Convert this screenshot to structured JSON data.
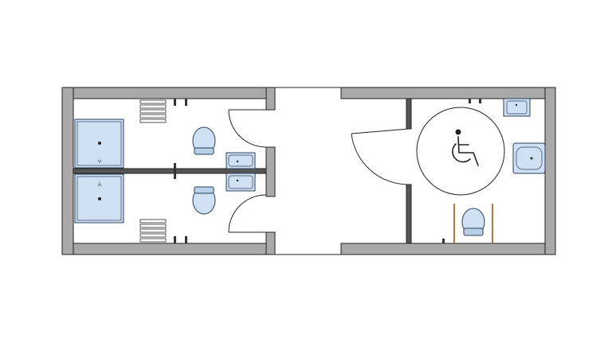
{
  "plan": {
    "title": "",
    "rooms": [
      {
        "id": "shower-room-top",
        "fixtures": [
          "shower-tray",
          "bench",
          "toilet",
          "washbasin",
          "door"
        ]
      },
      {
        "id": "shower-room-bottom",
        "fixtures": [
          "shower-tray",
          "bench",
          "toilet",
          "washbasin",
          "door"
        ]
      },
      {
        "id": "accessible-wc",
        "fixtures": [
          "wheelchair-turning-circle",
          "toilet",
          "grab-bars",
          "washbasin",
          "corner-washbasin",
          "door"
        ]
      }
    ],
    "symbols": [
      "wheelchair-icon"
    ],
    "colors": {
      "wall": "#a9a9a9",
      "fixture": "#cfe0f2",
      "fixture_outline": "#2b3f5e",
      "grab_bar": "#a57a4c"
    }
  }
}
